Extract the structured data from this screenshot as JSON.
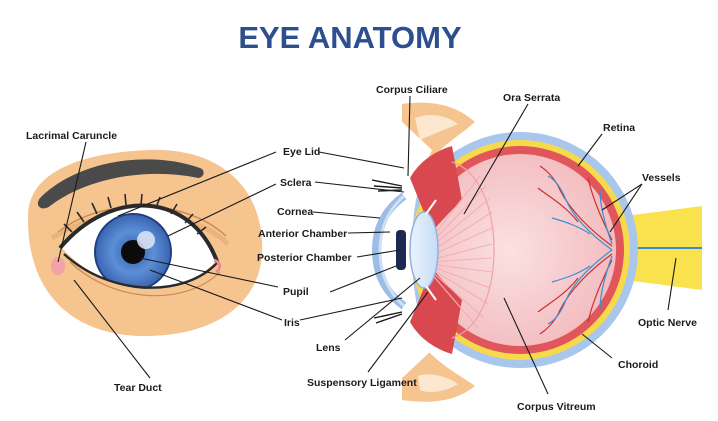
{
  "title": "EYE ANATOMY",
  "labels": {
    "lacrimal_caruncle": "Lacrimal Caruncle",
    "tear_duct": "Tear Duct",
    "eye_lid": "Eye Lid",
    "sclera": "Sclera",
    "cornea": "Cornea",
    "anterior_chamber": "Anterior Chamber",
    "posterior_chamber": "Posterior Chamber",
    "pupil": "Pupil",
    "iris": "Iris",
    "lens": "Lens",
    "suspensory_ligament": "Suspensory Ligament",
    "corpus_ciliare": "Corpus Ciliare",
    "ora_serrata": "Ora Serrata",
    "retina": "Retina",
    "vessels": "Vessels",
    "optic_nerve": "Optic Nerve",
    "choroid": "Choroid",
    "corpus_vitreum": "Corpus Vitreum"
  },
  "colors": {
    "title": "#2d4f8f",
    "skin": "#f6c48f",
    "eyebrow": "#4a4a4a",
    "iris": "#5b8fd6",
    "sclera_outer": "#a9c6ec",
    "retina_red": "#e0565b",
    "vitreous": "#f7c9cc",
    "yellow_layer": "#f7d94c",
    "optic_nerve": "#f9e24e"
  }
}
